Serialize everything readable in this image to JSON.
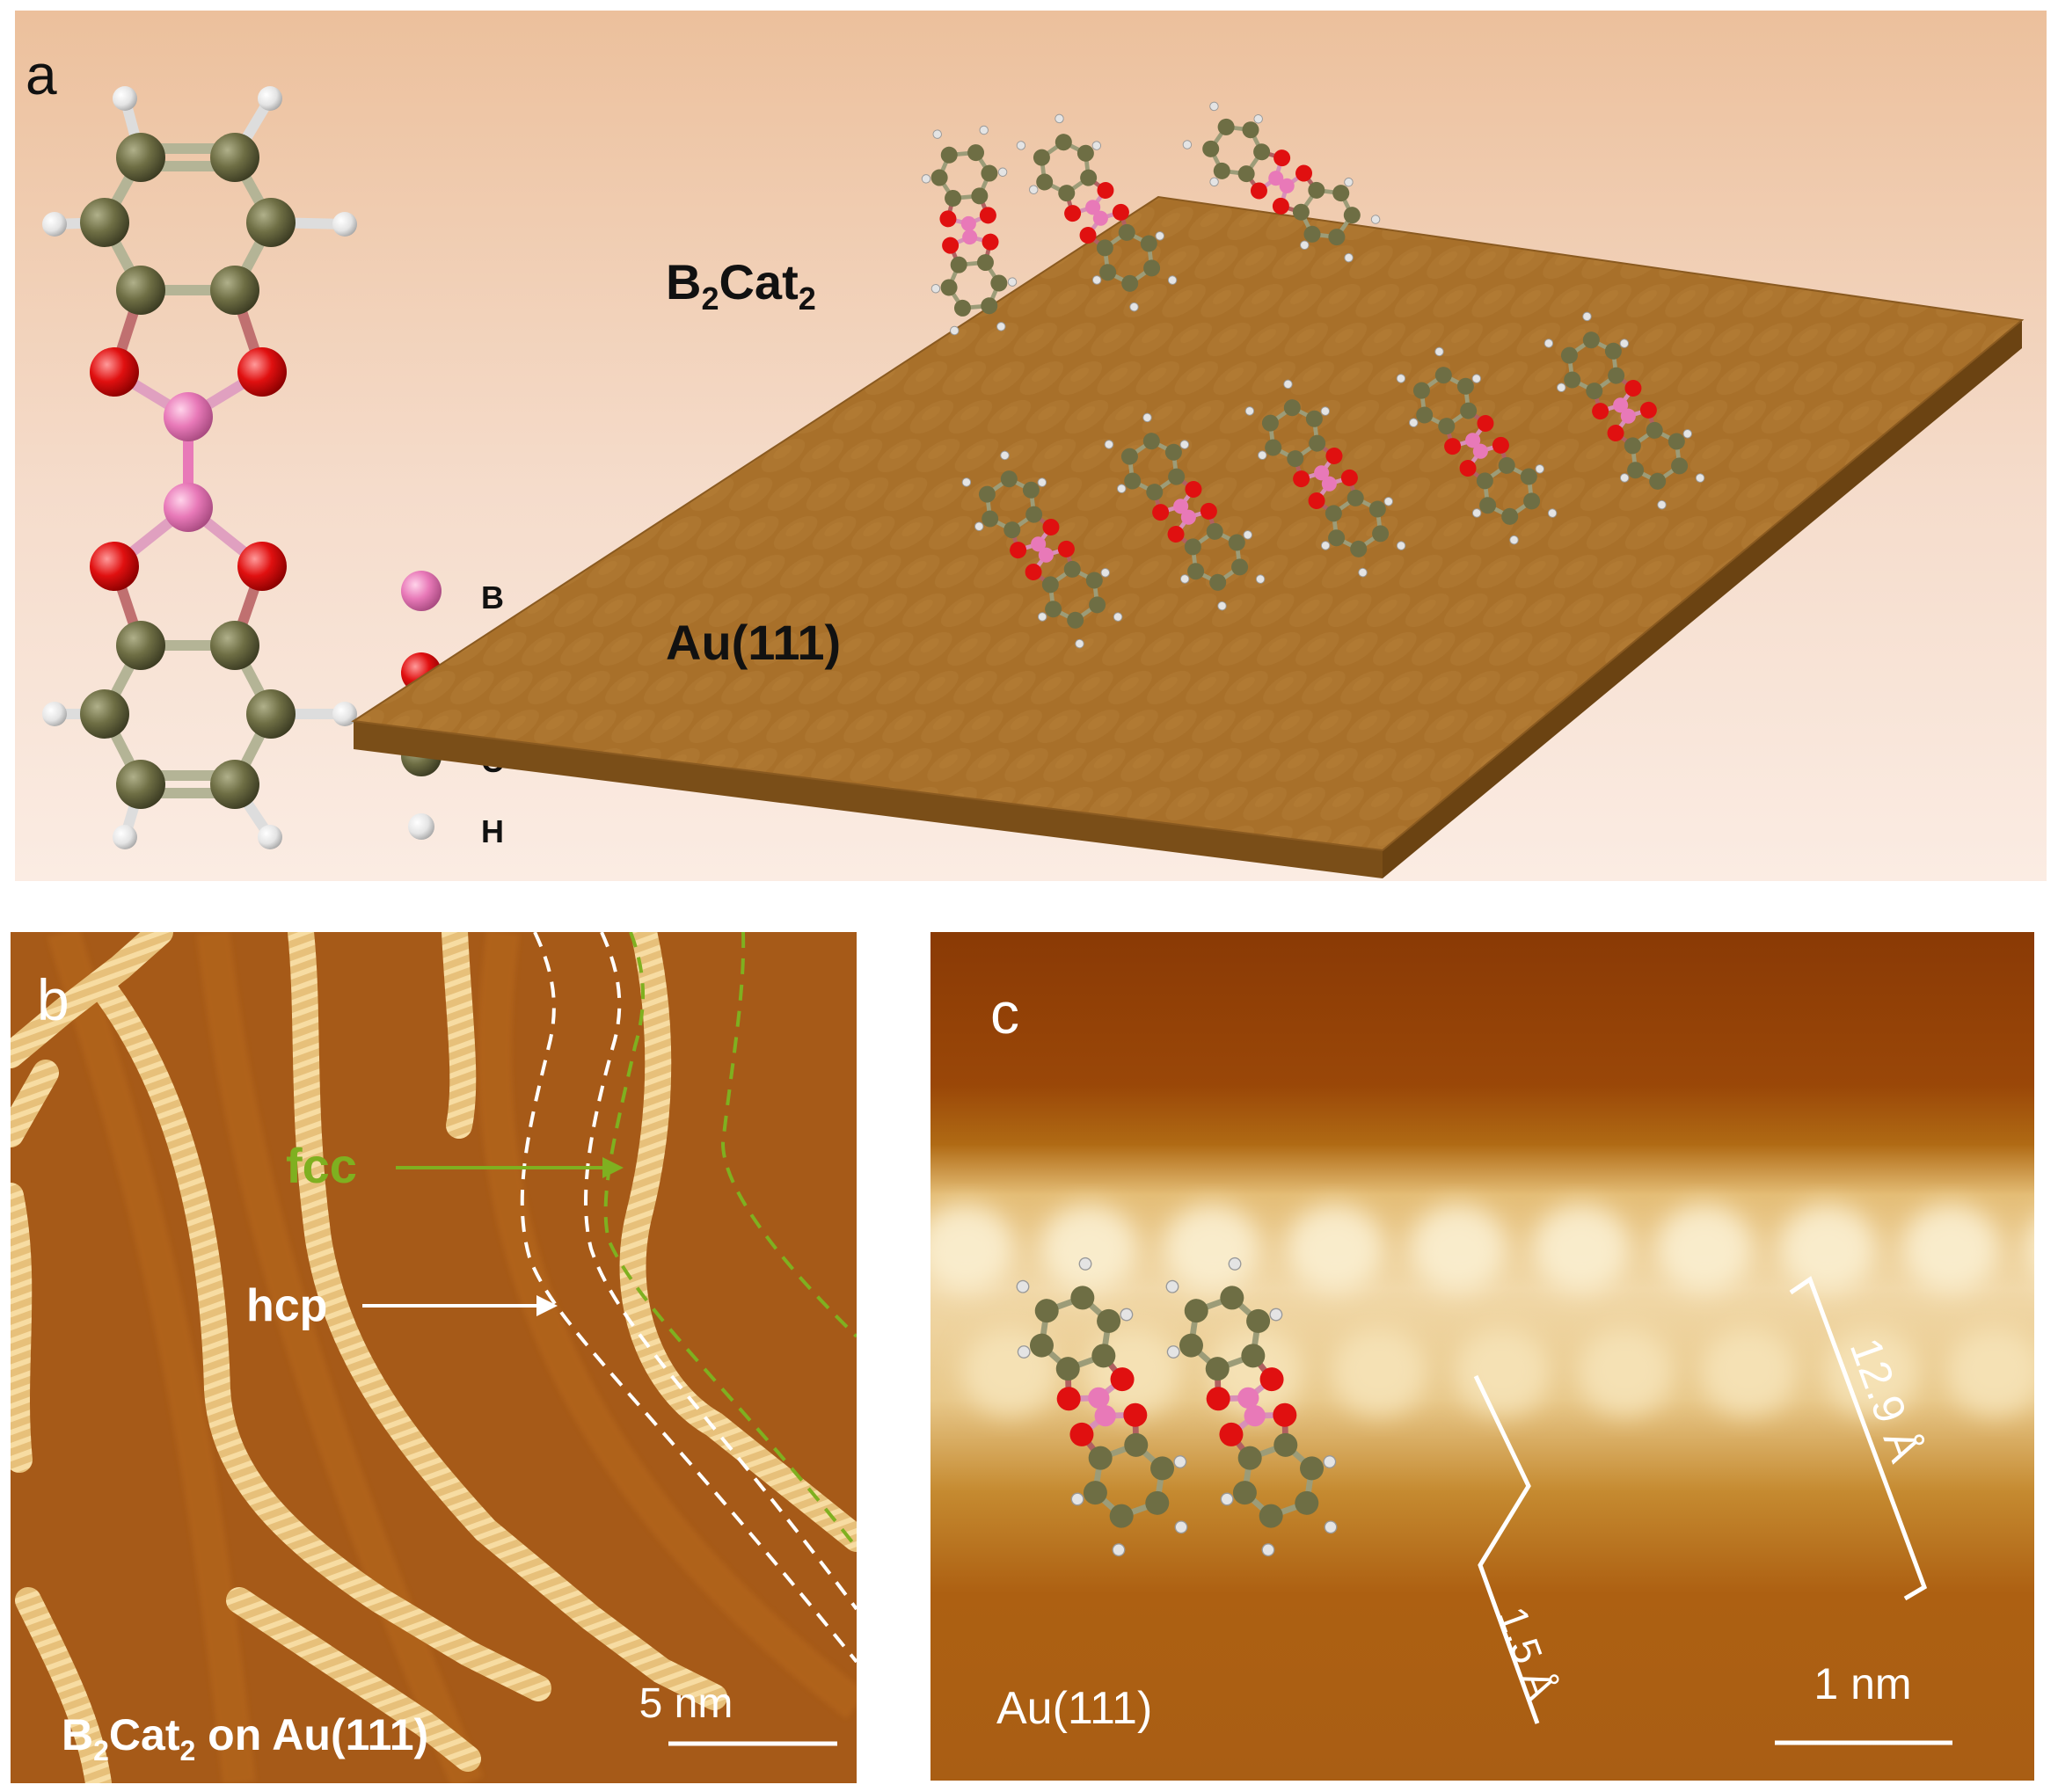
{
  "panels": {
    "a": {
      "letter": "a",
      "molecule_label_main": "B",
      "molecule_label_sub1": "2",
      "molecule_label_mid": "Cat",
      "molecule_label_sub2": "2",
      "surface_label": "Au(111)",
      "legend": [
        {
          "symbol": "B",
          "color": "#e879b8"
        },
        {
          "symbol": "O",
          "color": "#e01010"
        },
        {
          "symbol": "C",
          "color": "#6e6e44"
        },
        {
          "symbol": "H",
          "color": "#e4e4e4"
        }
      ]
    },
    "b": {
      "letter": "b",
      "fcc_label": "fcc",
      "hcp_label": "hcp",
      "caption_main": "B",
      "caption_sub1": "2",
      "caption_mid": "Cat",
      "caption_sub2": "2",
      "caption_tail": " on Au(111)",
      "scale_label": "5 nm",
      "colors": {
        "fcc": "#7fb020",
        "hcp": "#ffffff"
      }
    },
    "c": {
      "letter": "c",
      "substrate_label": "Au(111)",
      "width_label": "12.9 Å",
      "offset_label": "1.5 Å",
      "scale_label": "1 nm"
    }
  },
  "colors": {
    "boron": "#e879b8",
    "oxygen": "#e01010",
    "carbon": "#6e6e44",
    "hydrogen": "#e4e4e4",
    "gold_surface": "#a8702a",
    "stm_dark": "#8a3d06",
    "stm_bright": "#f2dcae"
  }
}
